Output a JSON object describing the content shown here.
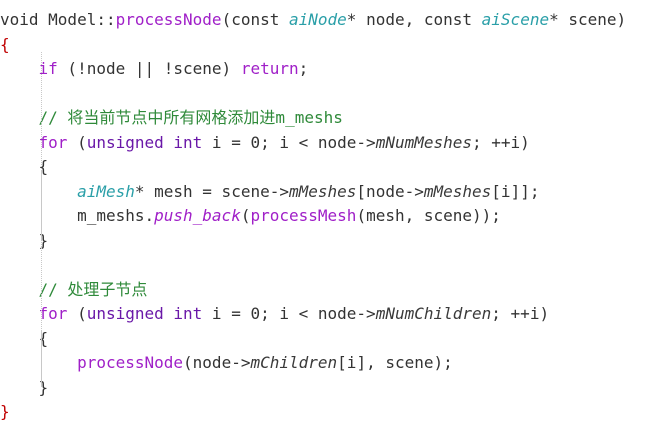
{
  "colors": {
    "background": "#ffffff",
    "keyword": "#a020c8",
    "type": "#6a18a8",
    "class_type": "#2a9fa8",
    "comment": "#2f8a3a",
    "brace": "#c00000",
    "text": "#333333"
  },
  "editor": {
    "lines": [
      [
        {
          "t": "plain",
          "v": "void Model::"
        },
        {
          "t": "fn",
          "v": "processNode"
        },
        {
          "t": "plain",
          "v": "(const "
        },
        {
          "t": "typei",
          "v": "aiNode"
        },
        {
          "t": "plain",
          "v": "* node, const "
        },
        {
          "t": "typei",
          "v": "aiScene"
        },
        {
          "t": "plain",
          "v": "* scene)"
        }
      ],
      [
        {
          "t": "brace",
          "v": "{"
        }
      ],
      [
        {
          "t": "plain",
          "v": "    "
        },
        {
          "t": "kw",
          "v": "if"
        },
        {
          "t": "plain",
          "v": " (!node || !scene) "
        },
        {
          "t": "kw",
          "v": "return"
        },
        {
          "t": "plain",
          "v": ";"
        }
      ],
      [],
      [
        {
          "t": "plain",
          "v": "    "
        },
        {
          "t": "comment",
          "v": "// 将当前节点中所有网格添加进m_meshs"
        }
      ],
      [
        {
          "t": "plain",
          "v": "    "
        },
        {
          "t": "kw",
          "v": "for"
        },
        {
          "t": "plain",
          "v": " ("
        },
        {
          "t": "type",
          "v": "unsigned int"
        },
        {
          "t": "plain",
          "v": " i = 0; i < node->"
        },
        {
          "t": "field",
          "v": "mNumMeshes"
        },
        {
          "t": "plain",
          "v": "; ++i)"
        }
      ],
      [
        {
          "t": "plain",
          "v": "    {"
        }
      ],
      [
        {
          "t": "plain",
          "v": "        "
        },
        {
          "t": "typei",
          "v": "aiMesh"
        },
        {
          "t": "plain",
          "v": "* mesh = scene->"
        },
        {
          "t": "field",
          "v": "mMeshes"
        },
        {
          "t": "plain",
          "v": "[node->"
        },
        {
          "t": "field",
          "v": "mMeshes"
        },
        {
          "t": "plain",
          "v": "[i]];"
        }
      ],
      [
        {
          "t": "plain",
          "v": "        m_meshs."
        },
        {
          "t": "fni",
          "v": "push_back"
        },
        {
          "t": "plain",
          "v": "("
        },
        {
          "t": "fn",
          "v": "processMesh"
        },
        {
          "t": "plain",
          "v": "(mesh, scene));"
        }
      ],
      [
        {
          "t": "plain",
          "v": "    }"
        }
      ],
      [],
      [
        {
          "t": "plain",
          "v": "    "
        },
        {
          "t": "comment",
          "v": "// 处理子节点"
        }
      ],
      [
        {
          "t": "plain",
          "v": "    "
        },
        {
          "t": "kw",
          "v": "for"
        },
        {
          "t": "plain",
          "v": " ("
        },
        {
          "t": "type",
          "v": "unsigned int"
        },
        {
          "t": "plain",
          "v": " i = 0; i < node->"
        },
        {
          "t": "field",
          "v": "mNumChildren"
        },
        {
          "t": "plain",
          "v": "; ++i)"
        }
      ],
      [
        {
          "t": "plain",
          "v": "    {"
        }
      ],
      [
        {
          "t": "plain",
          "v": "        "
        },
        {
          "t": "fn",
          "v": "processNode"
        },
        {
          "t": "plain",
          "v": "(node->"
        },
        {
          "t": "field",
          "v": "mChildren"
        },
        {
          "t": "plain",
          "v": "[i], scene);"
        }
      ],
      [
        {
          "t": "plain",
          "v": "    }"
        }
      ],
      [
        {
          "t": "brace",
          "v": "}"
        }
      ]
    ]
  }
}
